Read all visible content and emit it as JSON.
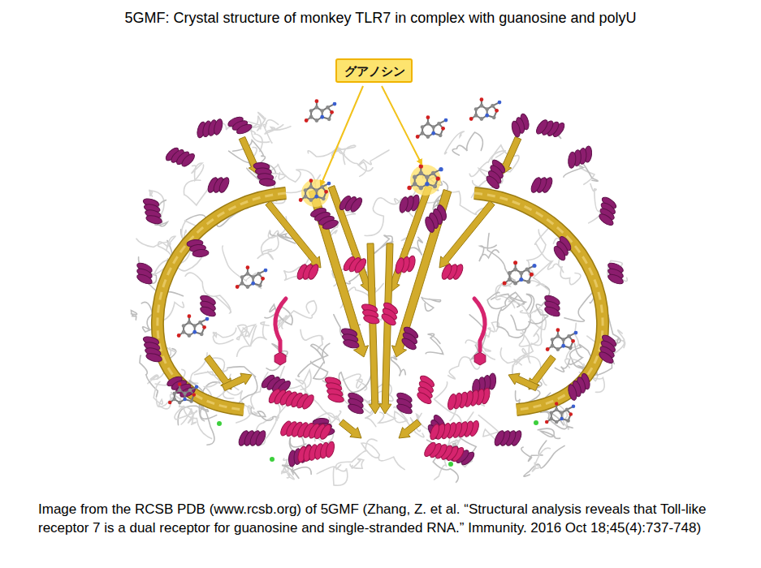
{
  "diagram": {
    "title": "5GMF: Crystal structure of monkey TLR7 in complex with guanosine and polyU",
    "caption": "Image from the RCSB PDB (www.rcsb.org) of 5GMF (Zhang, Z. et al. “Structural analysis reveals that Toll-like receptor 7 is a dual receptor for guanosine and single-stranded RNA.” Immunity. 2016 Oct 18;45(4):737-748)",
    "nodes": [
      {
        "text": [
          "グアノシン"
        ]
      }
    ]
  }
}
